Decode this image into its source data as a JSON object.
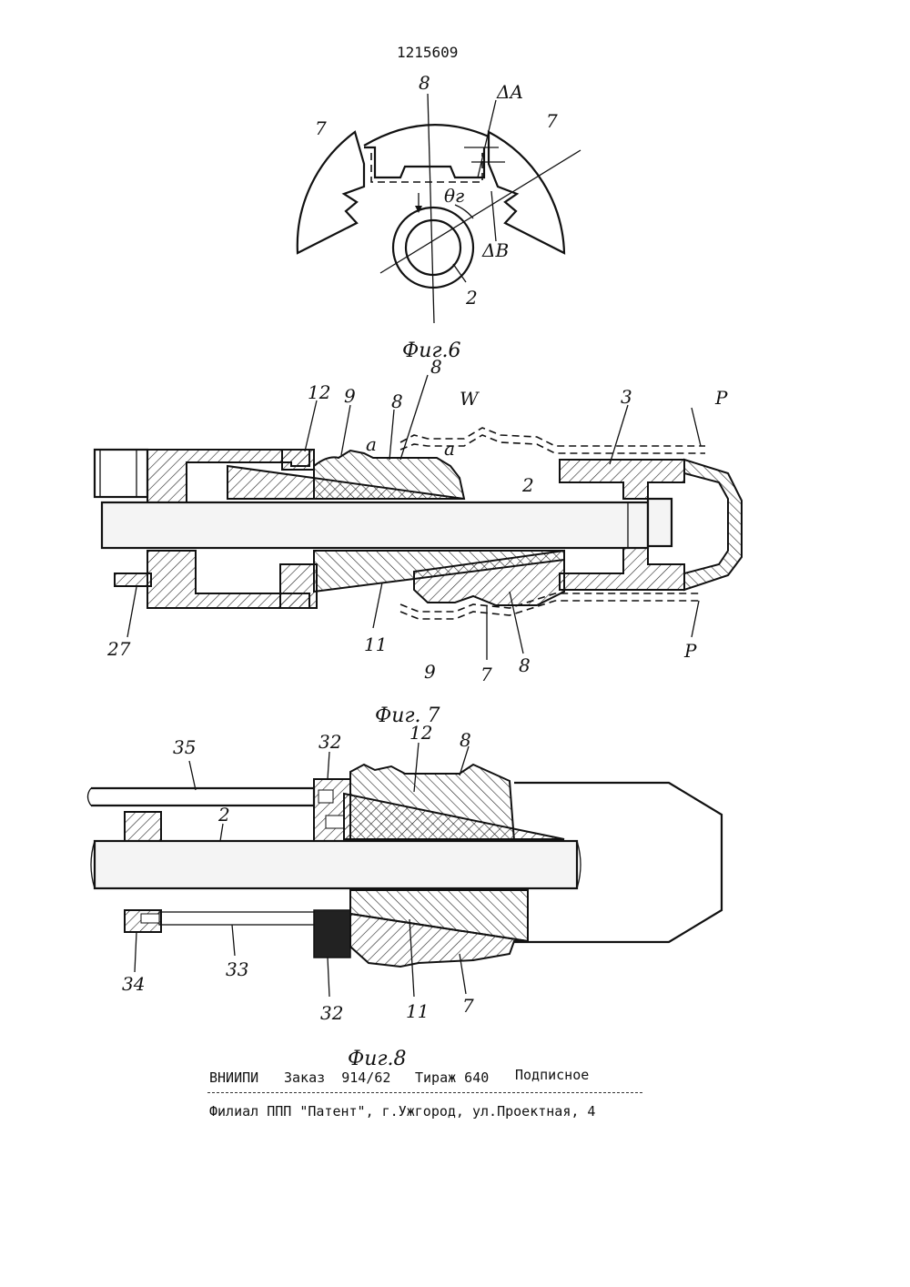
{
  "patent_number": "1215609",
  "figures": {
    "fig6": {
      "caption": "Фиг.6",
      "labels": [
        "8",
        "7",
        "7",
        "ΔA",
        "θг",
        "ΔB",
        "2"
      ]
    },
    "fig7": {
      "caption": "Фиг. 7",
      "labels": [
        "8",
        "12",
        "9",
        "8",
        "a",
        "a",
        "W",
        "2",
        "3",
        "P",
        "27",
        "11",
        "9",
        "7",
        "8",
        "P"
      ]
    },
    "fig8": {
      "caption": "Фиг.8",
      "labels": [
        "35",
        "32",
        "12",
        "8",
        "2",
        "34",
        "33",
        "32",
        "11",
        "7"
      ]
    }
  },
  "footer": {
    "line1": {
      "org": "ВНИИПИ",
      "order": "Заказ  914/62",
      "run": "Тираж 640",
      "type": "Подписное"
    },
    "line2": "Филиал ППП \"Патент\", г.Ужгород, ул.Проектная, 4"
  }
}
